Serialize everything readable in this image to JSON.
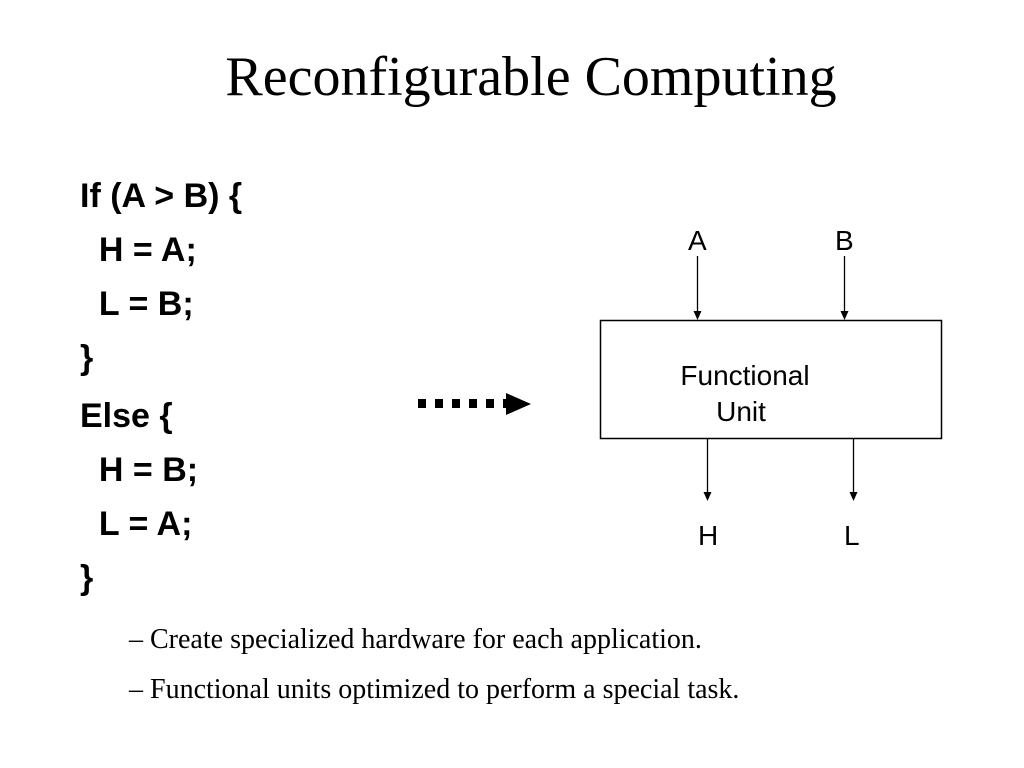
{
  "slide": {
    "title": "Reconfigurable Computing",
    "code_lines": [
      "If (A > B) {",
      "  H = A;",
      "  L = B;",
      "}",
      "Else {",
      "  H = B;",
      "  L = A;",
      "}"
    ],
    "diagram": {
      "block_label_line1": "Functional",
      "block_label_line2": "Unit",
      "inputs": [
        "A",
        "B"
      ],
      "outputs": [
        "H",
        "L"
      ],
      "transform_arrow": "dotted-right-arrow"
    },
    "bullets": [
      "– Create specialized hardware for each application.",
      "– Functional units optimized to perform a special task."
    ]
  }
}
